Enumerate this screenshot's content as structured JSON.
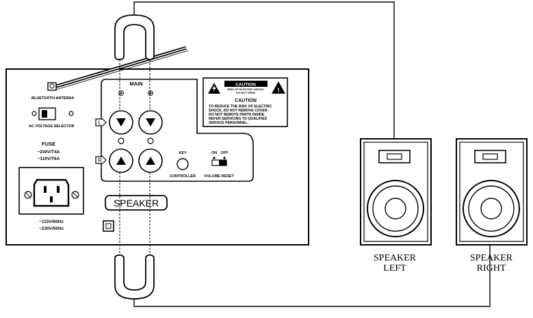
{
  "panel": {
    "bluetooth_antenna_label": "BLUETOOTH ANTENNA",
    "ac_voltage_selector_label": "AC VOLTAGE SELECTOR",
    "fuse": {
      "title": "FUSE",
      "line1": "~230V/T4A",
      "line2": "~110V/T6A"
    },
    "power_input": {
      "line1": "~115V/60Hz",
      "line2": "~230V/50Hz"
    },
    "speaker_plate_label": "SPEAKER",
    "main": {
      "title": "MAIN",
      "plus_symbol": "⊕",
      "left_marker": "L",
      "right_marker": "R"
    },
    "key_label": "KEY",
    "controller_label": "CONTROLLER",
    "switch_on_label": "ON",
    "switch_off_label": "OFF",
    "volume_reset_label": "VOLUME RESET"
  },
  "caution": {
    "title": "CAUTION",
    "sub_line1": "RISK OF ELECTRIC SHOCK",
    "sub_line2": "DO NOT OPEN",
    "heading": "CAUTION",
    "body_lines": [
      "TO REDUCE THE RISK OF ELECTRIC",
      "SHOCK, DO NOT REMOVE COVER.",
      "DO NOT REMOTE PARTS INSIDE.",
      "REFER SERVICING TO QUALIFIED",
      "SERVICE PERSONNEL."
    ],
    "exclamation": "!"
  },
  "speakers": {
    "left": {
      "line1": "SPEAKER",
      "line2": "LEFT"
    },
    "right": {
      "line1": "SPEAKER",
      "line2": "RIGHT"
    }
  },
  "colors": {
    "line": "#000000",
    "panel_fill": "#ffffff"
  }
}
